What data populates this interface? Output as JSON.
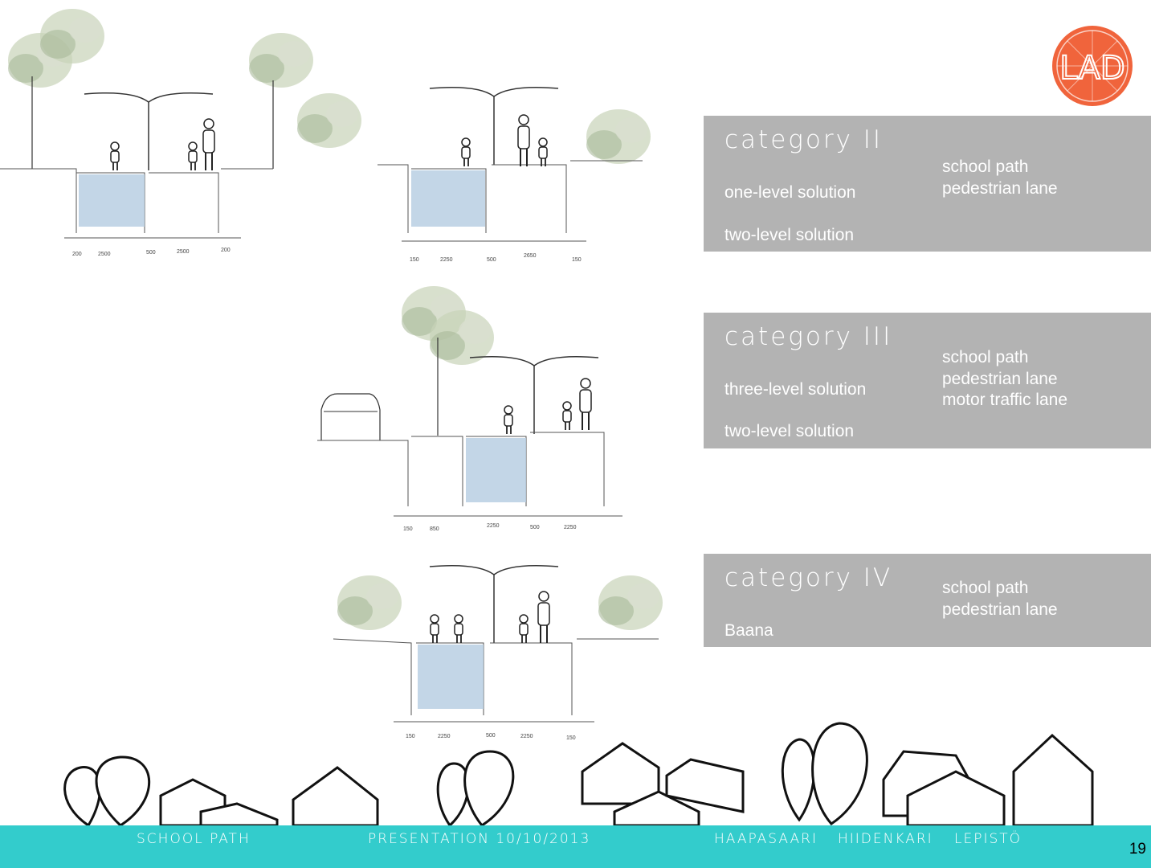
{
  "colors": {
    "panel_bg": "#b3b3b3",
    "footer_bg": "#33cccc",
    "logo_orange": "#f0643c",
    "water_blue": "#b8cfe3"
  },
  "logo": {
    "text": "LAD"
  },
  "categories": [
    {
      "title": "category II",
      "solutions": [
        "one-level solution",
        "two-level solution"
      ],
      "lanes": [
        "school path",
        "pedestrian lane"
      ]
    },
    {
      "title": "category III",
      "solutions": [
        "three-level solution",
        "two-level solution"
      ],
      "lanes": [
        "school path",
        "pedestrian lane",
        "motor traffic lane"
      ]
    },
    {
      "title": "category IV",
      "solutions": [
        "Baana"
      ],
      "lanes": [
        "school path",
        "pedestrian lane"
      ]
    }
  ],
  "sections": {
    "one_level_dims": [
      "200",
      "2500",
      "500",
      "2500",
      "200"
    ],
    "two_level_dims": [
      "150",
      "2250",
      "500",
      "2650",
      "150"
    ],
    "three_level_dims": [
      "150",
      "850",
      "2250",
      "500",
      "2250"
    ],
    "baana_dims": [
      "150",
      "2250",
      "500",
      "2250",
      "150"
    ]
  },
  "footer": {
    "project": "SCHOOL PATH",
    "presentation": "PRESENTATION 10/10/2013",
    "names": [
      "HAAPASAARI",
      "HIIDENKARI",
      "LEPISTÖ"
    ]
  },
  "page_number": "19"
}
